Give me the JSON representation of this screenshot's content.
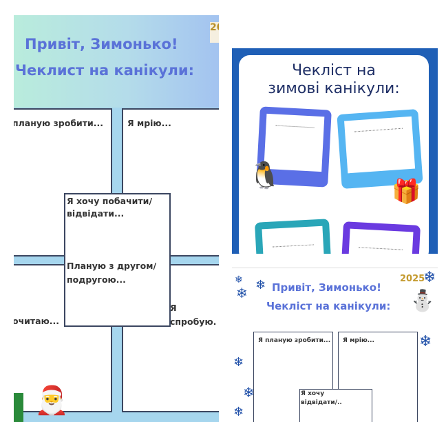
{
  "card1": {
    "title_line1": "Привіт, Зимонько!",
    "title_line2": "Чеклист на канікули:",
    "year_badge": "20",
    "boxes": {
      "plan": "планую зробити...",
      "dream": "Я мрію...",
      "want_line1": "Я хочу побачити/",
      "want_line2": "відвідати...",
      "friend_line1": "Планую з другом/",
      "friend_line2": "подругою...",
      "read": "очитаю...",
      "try_line1": "Я",
      "try_line2": "спробую."
    }
  },
  "card2": {
    "title_line1": "Чекліст на",
    "title_line2": "зимові канікули:"
  },
  "card3": {
    "title_line1": "Привіт, Зимонько!",
    "title_line2": "Чекліст на канікули:",
    "year_badge": "2025",
    "boxes": {
      "plan": "Я планую зробити...",
      "dream": "Я мрію...",
      "want_line1": "Я хочу",
      "want_line2": "відвідати/.."
    }
  },
  "colors": {
    "title_blue": "#5a72d8",
    "frame_blue": "#1f5fb6",
    "navy": "#1f2f66"
  }
}
